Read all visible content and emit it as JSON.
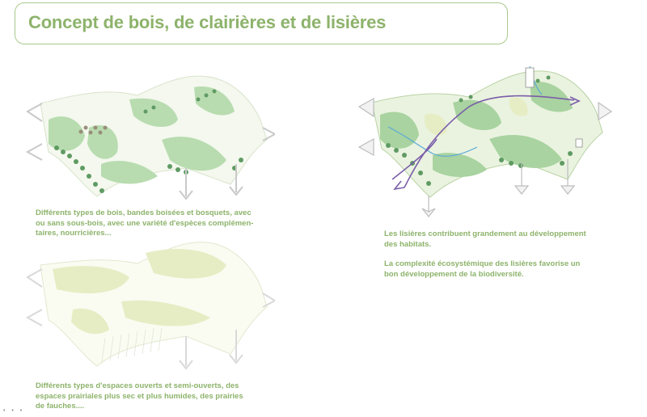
{
  "title": "Concept de bois, de clairières et de lisières",
  "captions": {
    "woods": [
      "Différents types de bois, bandes boisées et bosquets, avec",
      "ou sans sous-bois, avec une variété d'espèces complémen-",
      "taires, nourricières..."
    ],
    "open": [
      "Différents types d'espaces ouverts et semi-ouverts, des",
      "espaces prairiales plus sec et plus humides, des prairies",
      "de fauches...."
    ],
    "edges_1": [
      "Les lisières contribuent grandement au développement",
      "des habitats."
    ],
    "edges_2": [
      "La complexité écosystémique des lisières favorise un",
      "bon développement de la biodiversité."
    ]
  },
  "colors": {
    "accent_green": "#8db36b",
    "wood_green": "#a9d3a0",
    "pale_yellow_green": "#e6edc4",
    "dark_tree": "#5f9b63",
    "arrow_grey": "#c9c9c9",
    "path_purple": "#7a5da8",
    "water_blue": "#5aa8d8"
  }
}
